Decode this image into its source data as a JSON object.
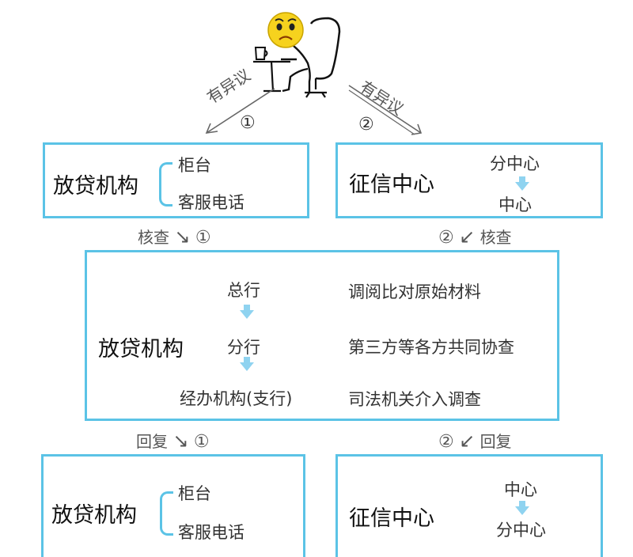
{
  "top": {
    "left_label": "有异议",
    "left_num": "①",
    "right_label": "有异议",
    "right_num": "②"
  },
  "row1": {
    "lender": {
      "title": "放贷机构",
      "items": [
        "柜台",
        "客服电话"
      ]
    },
    "credit": {
      "title": "征信中心",
      "items": [
        "分中心",
        "中心"
      ]
    }
  },
  "verify": {
    "left": {
      "text": "核查",
      "arrow": "↘",
      "num": "①"
    },
    "right": {
      "num": "②",
      "arrow": "↙",
      "text": "核查"
    }
  },
  "middle": {
    "title": "放贷机构",
    "levels": [
      "总行",
      "分行",
      "经办机构(支行)"
    ],
    "actions": [
      "调阅比对原始材料",
      "第三方等各方共同协查",
      "司法机关介入调查"
    ]
  },
  "reply": {
    "left": {
      "text": "回复",
      "arrow": "↘",
      "num": "①"
    },
    "right": {
      "num": "②",
      "arrow": "↙",
      "text": "回复"
    }
  },
  "row3": {
    "lender": {
      "title": "放贷机构",
      "items": [
        "柜台",
        "客服电话"
      ]
    },
    "credit": {
      "title": "征信中心",
      "items": [
        "中心",
        "分中心"
      ]
    }
  },
  "colors": {
    "box_border": "#5bc3e6",
    "arrow_fill": "#8fd3f0",
    "emoji_face": "#f6d21e"
  },
  "icons": {
    "person": "sad-person-at-desk-icon"
  }
}
